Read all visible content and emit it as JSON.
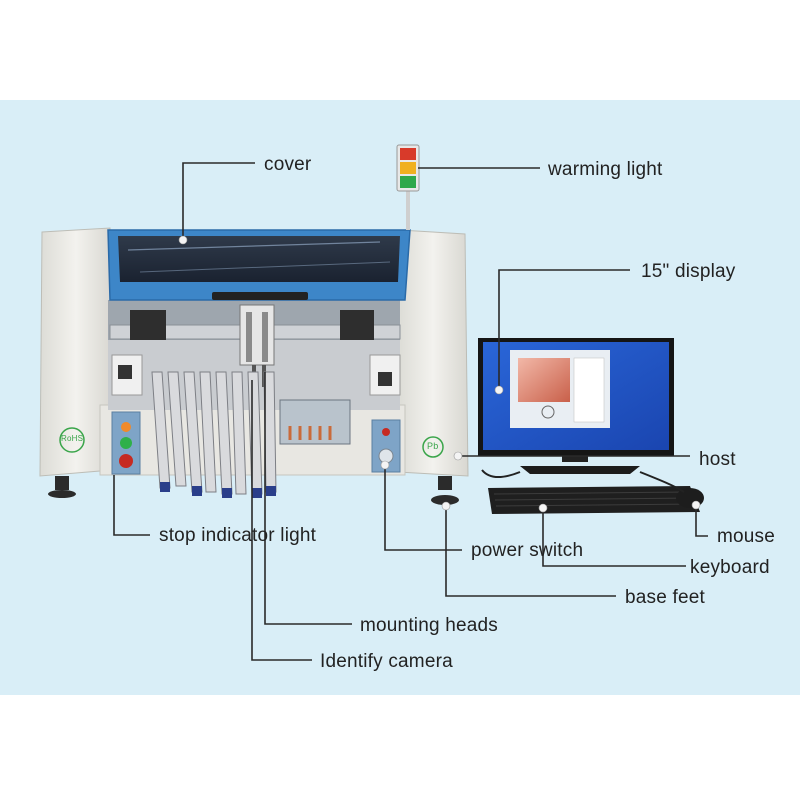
{
  "labels": {
    "cover": "cover",
    "warming_light": "warming light",
    "display": "15\" display",
    "host": "host",
    "mouse": "mouse",
    "stop_indicator_light": "stop indicator light",
    "power_switch": "power switch",
    "keyboard": "keyboard",
    "base_feet": "base feet",
    "mounting_heads": "mounting heads",
    "identify_camera": "Identify camera"
  },
  "badges": {
    "rohs": "RoHS",
    "pb": "Pb"
  },
  "colors": {
    "background_panel": "#d9eef7",
    "machine_body": "#ecebe6",
    "cover_blue": "#3d86c8",
    "screen_blue": "#1f56c9",
    "tower_red": "#d83a2a",
    "tower_yellow": "#f0b020",
    "tower_green": "#2fa84a"
  }
}
